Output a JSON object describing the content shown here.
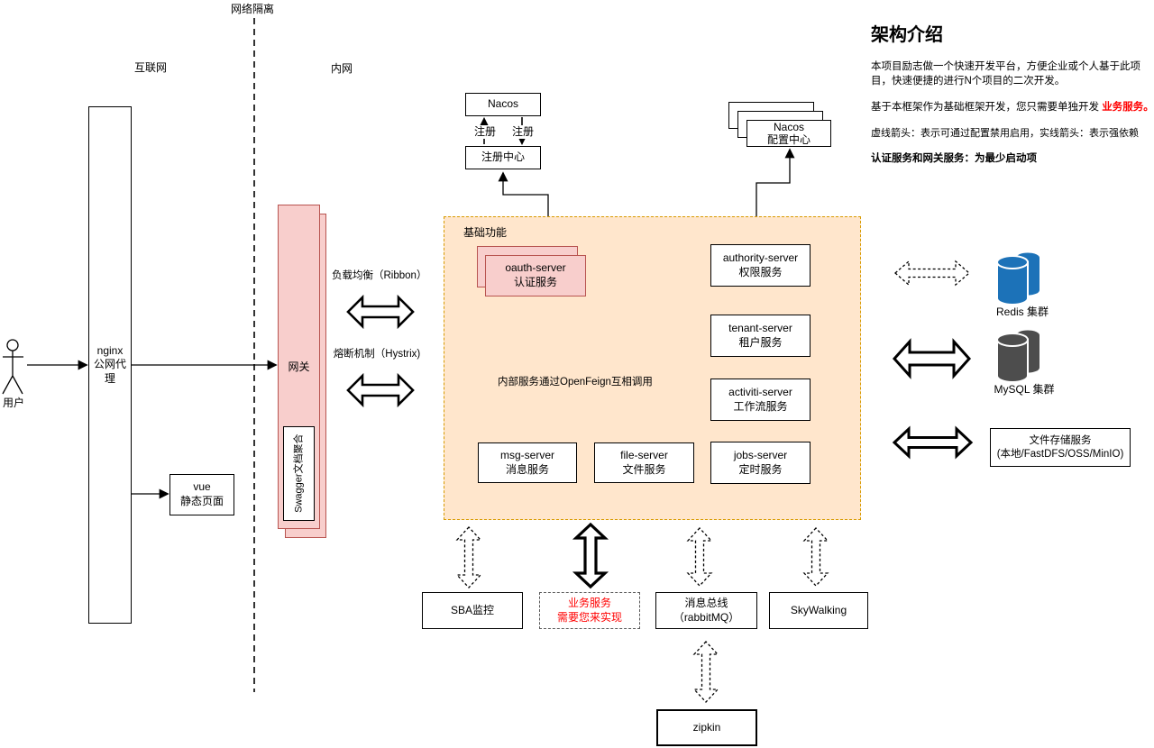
{
  "intro": {
    "title": "架构介绍",
    "p1": "本项目励志做一个快速开发平台，方便企业或个人基于此项目，快速便捷的进行N个项目的二次开发。",
    "p2_prefix": "基于本框架作为基础框架开发，您只需要单独开发 ",
    "p2_highlight": "业务服务。",
    "p3": "虚线箭头：表示可通过配置禁用启用，实线箭头：表示强依赖",
    "p4": "认证服务和网关服务：为最少启动项"
  },
  "zones": {
    "isolation": "网络隔离",
    "internet": "互联网",
    "intranet": "内网",
    "base_group": "基础功能"
  },
  "actor": {
    "label": "用户"
  },
  "edges": {
    "register_up": "注册",
    "register_down": "注册",
    "load_balance": "负载均衡（Ribbon）",
    "circuit_breaker": "熔断机制（Hystrix)",
    "openfeign": "内部服务通过OpenFeign互相调用"
  },
  "nodes": {
    "nginx": "nginx\n公网代理",
    "vue": "vue\n静态页面",
    "gateway": "网关",
    "swagger": "Swagger文档聚合",
    "nacos": "Nacos",
    "registry": "注册中心",
    "nacos_config": "Nacos\n配置中心",
    "oauth": "oauth-server\n认证服务",
    "authority": "authority-server\n权限服务",
    "tenant": "tenant-server\n租户服务",
    "activiti": "activiti-server\n工作流服务",
    "jobs": "jobs-server\n定时服务",
    "msg": "msg-server\n消息服务",
    "file": "file-server\n文件服务",
    "sba": "SBA监控",
    "business": "业务服务\n需要您来实现",
    "bus": "消息总线\n（rabbitMQ）",
    "skywalking": "SkyWalking",
    "zipkin": "zipkin",
    "redis": "Redis 集群",
    "mysql": "MySQL 集群",
    "storage": "文件存储服务\n(本地/FastDFS/OSS/MinIO)"
  },
  "colors": {
    "pink_fill": "#f8cecc",
    "pink_border": "#b85450",
    "orange_fill": "#ffe6cc",
    "orange_border": "#d79b00",
    "redis_blue": "#1c72b8",
    "mysql_gray": "#4d4d4d",
    "highlight_red": "#ff0000"
  }
}
